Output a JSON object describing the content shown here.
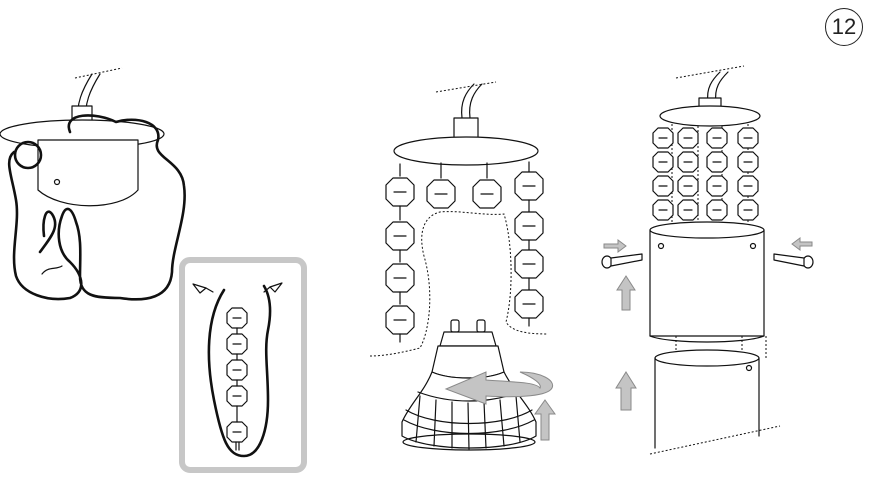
{
  "step": {
    "number": "12"
  },
  "panels": [
    {
      "name": "wrapped-lamp"
    },
    {
      "name": "crystal-chain-detail"
    },
    {
      "name": "bulb-install"
    },
    {
      "name": "shade-install"
    }
  ],
  "colors": {
    "line": "#111111",
    "arrow_fill": "#c4c4c4",
    "detail_frame": "#c7c7c7"
  }
}
